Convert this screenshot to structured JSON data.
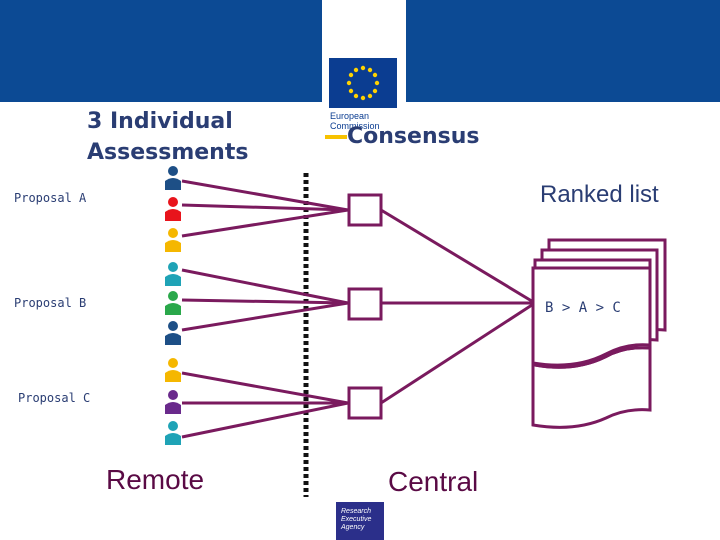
{
  "header": {
    "logo_text_line1": "European",
    "logo_text_line2": "Commission"
  },
  "titles": {
    "assessments_line1": "3 Individual",
    "assessments_line2": "Assessments",
    "consensus": "Consensus",
    "ranked_list": "Ranked list"
  },
  "proposals": [
    {
      "label": "Proposal A",
      "expert_colors": [
        "#1d4f86",
        "#e8141c",
        "#f5b700"
      ]
    },
    {
      "label": "Proposal B",
      "expert_colors": [
        "#1fa3b6",
        "#2aa84a",
        "#1d4f86"
      ]
    },
    {
      "label": "Proposal C",
      "expert_colors": [
        "#f5b700",
        "#6a2a8c",
        "#1fa3b6"
      ]
    }
  ],
  "ranking": "B > A > C",
  "footer": {
    "remote": "Remote",
    "central": "Central",
    "agency_line1": "Research",
    "agency_line2": "Executive",
    "agency_line3": "Agency"
  },
  "colors": {
    "banner": "#0c4a94",
    "line": "#7a1a5e",
    "divider": "#111111",
    "text": "#2a3d73"
  }
}
